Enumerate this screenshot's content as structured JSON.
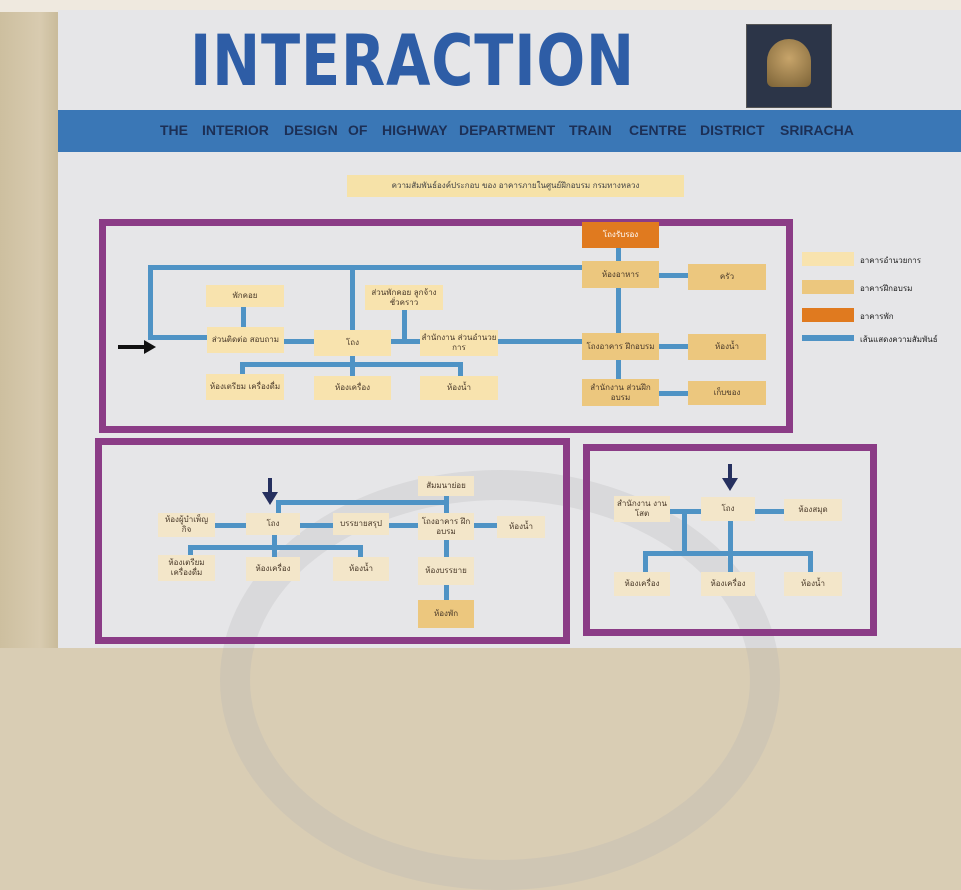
{
  "header": {
    "title": "INTERACTION",
    "subtitle_words": [
      "THE",
      "INTERIOR",
      "DESIGN",
      "OF",
      "HIGHWAY",
      "DEPARTMENT",
      "TRAIN",
      "CENTRE",
      "DISTRICT",
      "SRIRACHA"
    ]
  },
  "caption": "ความสัมพันธ์องค์ประกอบ ของ อาคารภายในศูนย์ฝึกอบรม  กรมทางหลวง",
  "legend": [
    {
      "label": "อาคารอำนวยการ",
      "color": "#f8e3ae"
    },
    {
      "label": "อาคารฝึกอบรม",
      "color": "#ecc77e"
    },
    {
      "label": "อาคารพัก",
      "color": "#e07a1f"
    },
    {
      "label": "เส้นแสดงความสัมพันธ์",
      "color": "#4f93c5"
    }
  ],
  "diagram_top": {
    "n1": "โถงรับรอง",
    "n2": "ห้องอาหาร",
    "n3": "ครัว",
    "n4": "พักคอย",
    "n5": "ส่วนพักคอย ลูกจ้างชั่วคราว",
    "n6": "ส่วนติดต่อ สอบถาม",
    "n7": "โถง",
    "n8": "สำนักงาน ส่วนอำนวยการ",
    "n9": "โถงอาคาร ฝึกอบรม",
    "n10": "ห้องน้ำ",
    "n11": "ห้องเตรียม เครื่องดื่ม",
    "n12": "ห้องเครื่อง",
    "n13": "ห้องน้ำ",
    "n14": "สำนักงาน ส่วนฝึกอบรม",
    "n15": "เก็บของ"
  },
  "diagram_bl": {
    "n1": "สัมมนาย่อย",
    "n2": "ห้องผู้บำเพ็ญ กิจ",
    "n3": "โถง",
    "n4": "บรรยายสรุป",
    "n5": "โถงอาคาร ฝึกอบรม",
    "n6": "ห้องน้ำ",
    "n7": "ห้องเตรียม เครื่องดื่ม",
    "n8": "ห้องเครื่อง",
    "n9": "ห้องน้ำ",
    "n10": "ห้องบรรยาย",
    "n11": "ห้องพัก"
  },
  "diagram_br": {
    "n1": "สำนักงาน งานโสต",
    "n2": "โถง",
    "n3": "ห้องสมุด",
    "n4": "ห้องเครื่อง",
    "n5": "ห้องเครื่อง",
    "n6": "ห้องน้ำ"
  }
}
